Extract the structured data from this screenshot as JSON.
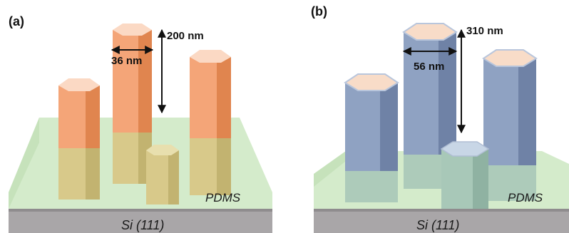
{
  "panels": [
    {
      "id": "a",
      "label": "(a)",
      "height_label": "200 nm",
      "width_label": "36 nm",
      "matrix_label": "PDMS",
      "substrate_label": "Si (111)",
      "colors": {
        "pillar": "#f4a578",
        "pillar_dark": "#e0854f",
        "top": "#fbd9c4",
        "embedded": "#d8c98a",
        "matrix": "#cde8c2",
        "substrate": "#a9a6a8"
      }
    },
    {
      "id": "b",
      "label": "(b)",
      "height_label": "310 nm",
      "width_label": "56 nm",
      "matrix_label": "PDMS",
      "substrate_label": "Si (111)",
      "colors": {
        "pillar": "#8fa2c2",
        "pillar_dark": "#6f82a6",
        "top": "#f8dcc8",
        "embedded": "#a8c8b8",
        "matrix": "#cde8c2",
        "substrate": "#a9a6a8"
      }
    }
  ]
}
